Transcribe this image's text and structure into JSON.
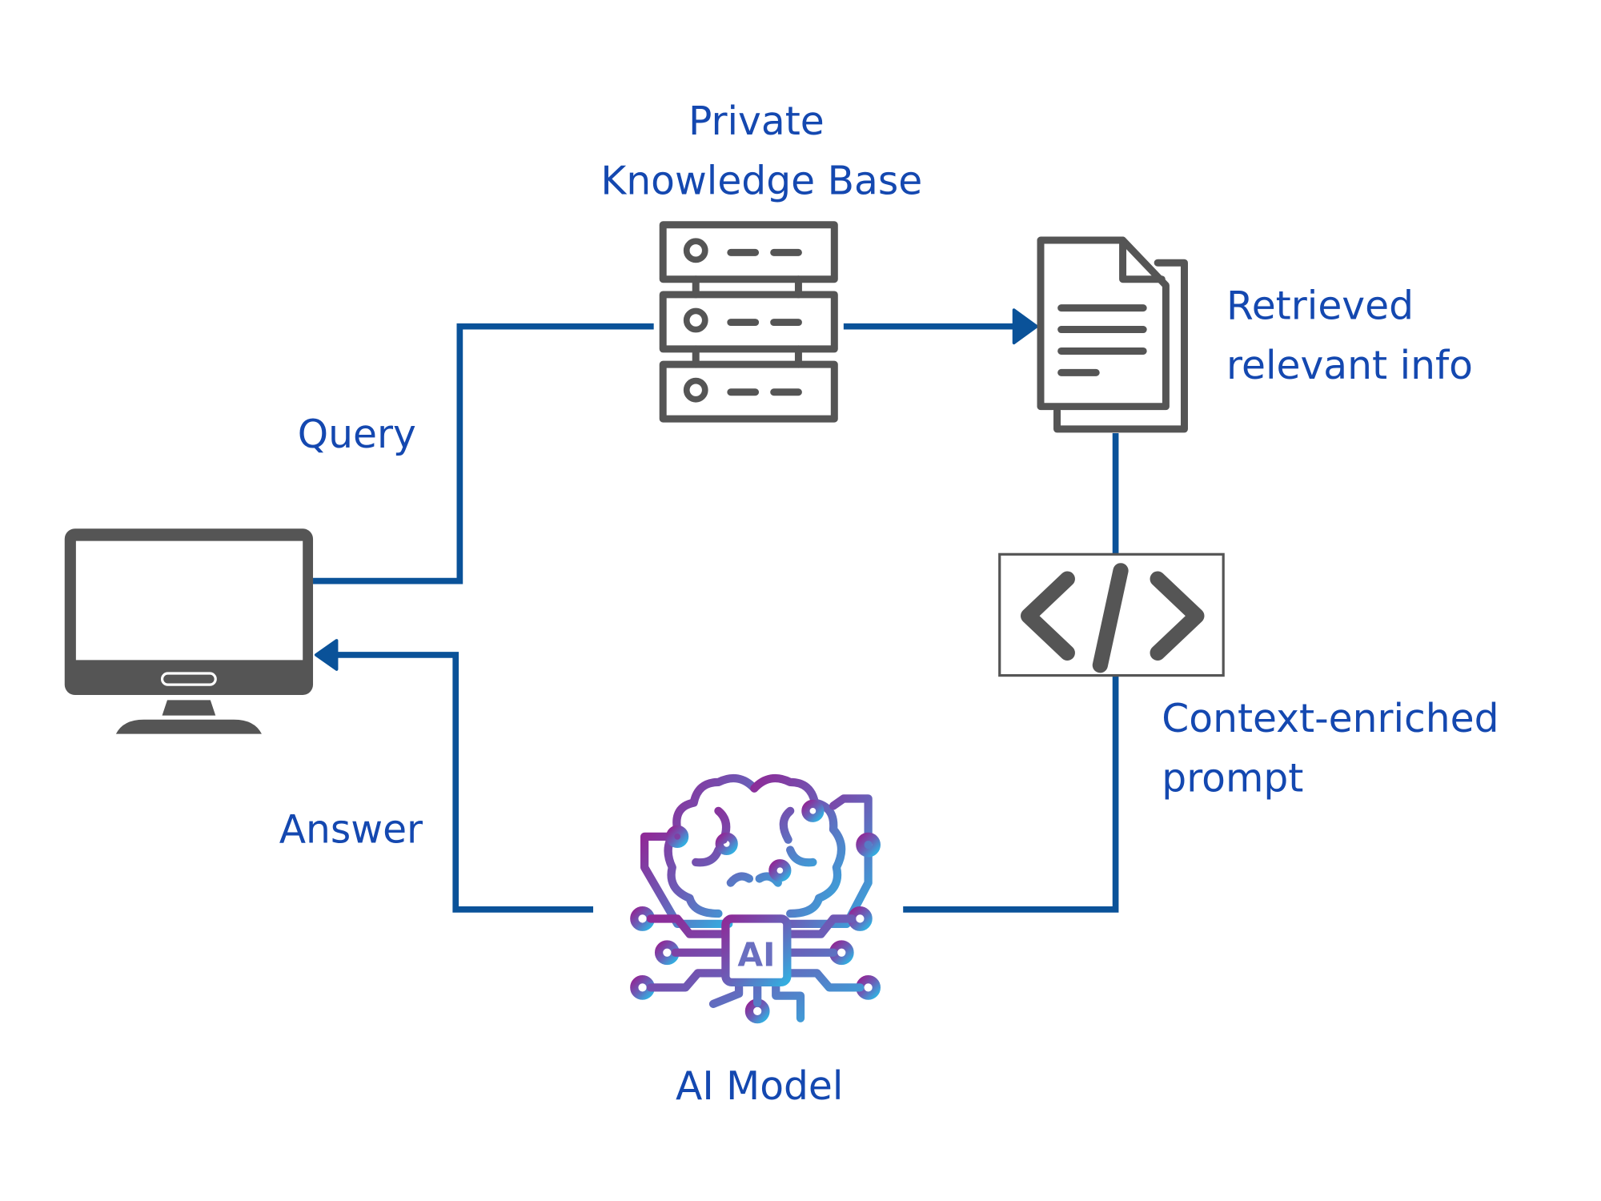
{
  "nodes": {
    "knowledge_base": {
      "line1": "Private",
      "line2": "Knowledge Base",
      "icon": "server-icon"
    },
    "retrieved": {
      "line1": "Retrieved",
      "line2": "relevant info",
      "icon": "documents-icon"
    },
    "prompt": {
      "line1": "Context-enriched",
      "line2": "prompt",
      "icon": "code-icon"
    },
    "ai_model": {
      "label": "AI Model",
      "icon": "ai-brain-icon",
      "chip_text": "AI"
    },
    "user": {
      "icon": "monitor-icon"
    }
  },
  "edges": {
    "query": "Query",
    "answer": "Answer"
  },
  "colors": {
    "text": "#1448b0",
    "connector": "#0a5299",
    "icon": "#555555",
    "gradient_start": "#8e2a97",
    "gradient_end": "#33aee0"
  }
}
